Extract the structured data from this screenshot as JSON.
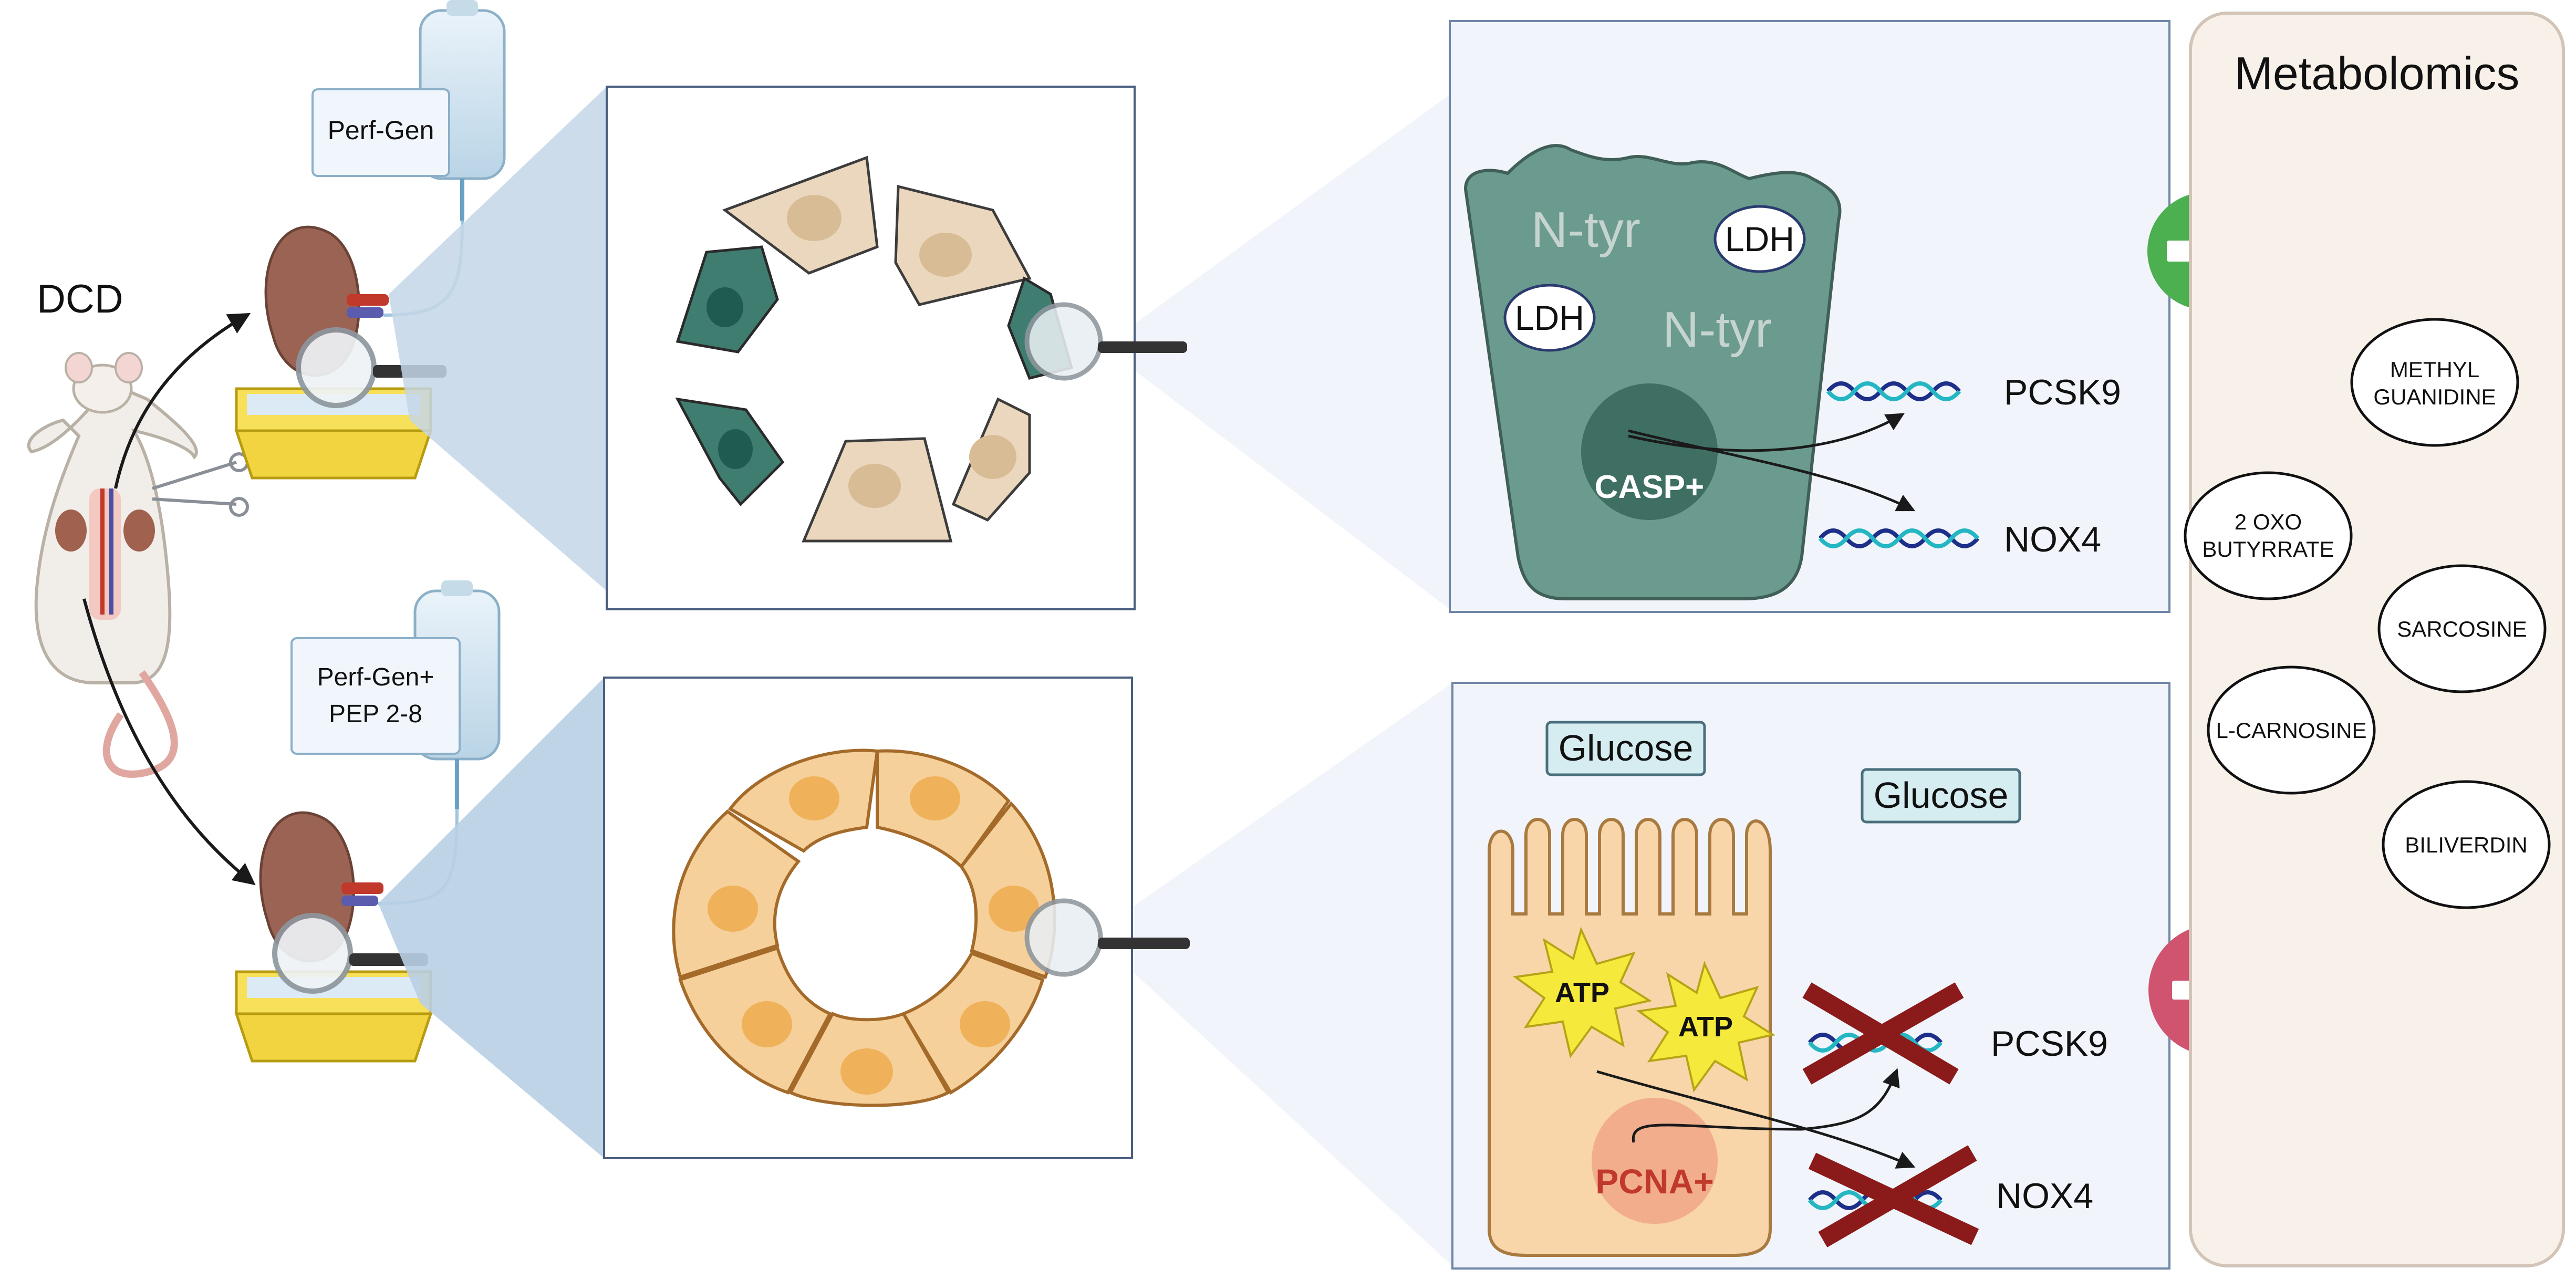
{
  "left": {
    "model_label": "DCD",
    "top_bag_label": "Perf-Gen",
    "bottom_bag_label_line1": "Perf-Gen+",
    "bottom_bag_label_line2": "PEP 2-8"
  },
  "top_cell": {
    "markers": [
      "N-tyr",
      "N-tyr"
    ],
    "ldh": [
      "LDH",
      "LDH"
    ],
    "nucleus_label": "CASP+",
    "genes": [
      "PCSK9",
      "NOX4"
    ]
  },
  "bottom_cell": {
    "glucose": [
      "Glucose",
      "Glucose"
    ],
    "atp": [
      "ATP",
      "ATP"
    ],
    "nucleus_label": "PCNA+",
    "genes": [
      "PCSK9",
      "NOX4"
    ]
  },
  "metabolomics": {
    "title": "Metabolomics",
    "increased": [
      {
        "line1": "METHYL",
        "line2": "GUANIDINE"
      },
      {
        "line1": "2 OXO",
        "line2": "BUTYRRATE"
      },
      {
        "line1": "SARCOSINE",
        "line2": ""
      },
      {
        "line1": "L-CARNOSINE",
        "line2": ""
      },
      {
        "line1": "BILIVERDIN",
        "line2": ""
      }
    ]
  },
  "colors": {
    "damaged_cell": "#3f7d70",
    "damaged_nucleus": "#1f5b4e",
    "healthy_cell": "#f6d09a",
    "healthy_outline": "#a46a2a",
    "healthy_nucleus": "#efb15a",
    "plus_circle": "#4caf50",
    "minus_circle": "#d05470",
    "cross": "#8b1a1a",
    "panel_bg": "#f1f5fb",
    "panel_border": "#6f86a8"
  }
}
